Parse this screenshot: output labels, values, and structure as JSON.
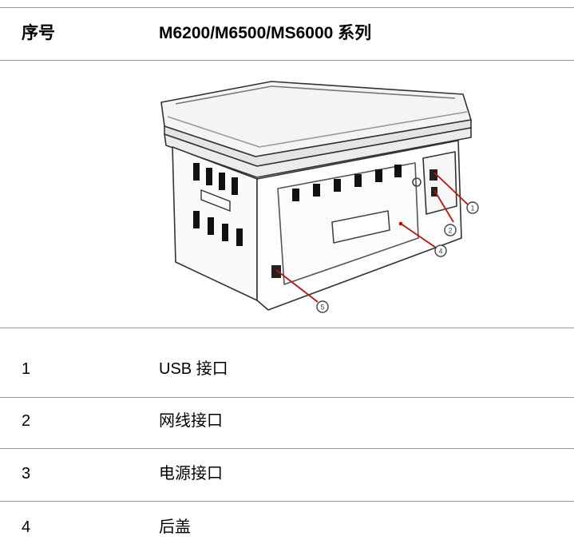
{
  "table": {
    "headers": [
      "序号",
      "M6200/M6500/MS6000  系列"
    ],
    "figure_callouts": [
      "1",
      "2",
      "4",
      "5"
    ],
    "rows": [
      {
        "num": "1",
        "label": "USB  接口"
      },
      {
        "num": "2",
        "label": "网线接口"
      },
      {
        "num": "3",
        "label": "电源接口"
      },
      {
        "num": "4",
        "label": "后盖"
      }
    ]
  }
}
